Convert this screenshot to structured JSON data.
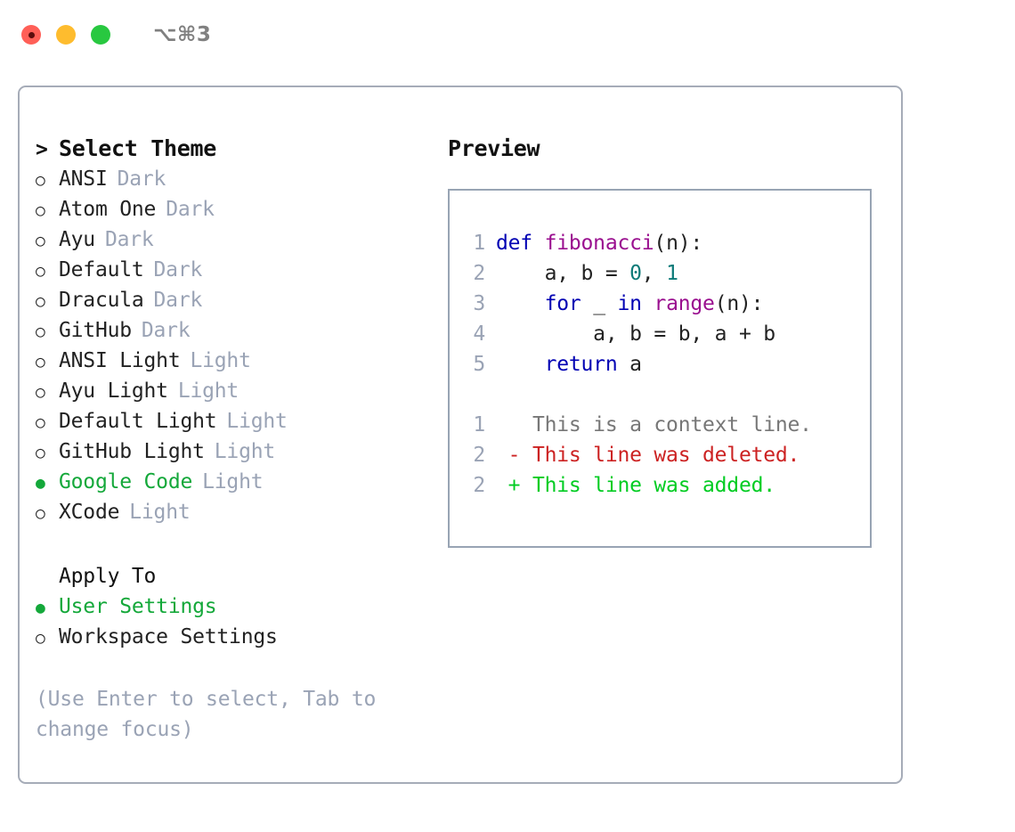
{
  "titlebar": {
    "shortcut": "⌥⌘3",
    "lights": [
      {
        "name": "close",
        "color": "#ff5f57"
      },
      {
        "name": "minimize",
        "color": "#febc2e"
      },
      {
        "name": "maximize",
        "color": "#28c840"
      }
    ]
  },
  "theme_panel": {
    "header_marker": ">",
    "header": "Select Theme",
    "unselected_marker": "○",
    "selected_marker": "●",
    "items": [
      {
        "marker": "○",
        "label": "ANSI",
        "tag": "Dark",
        "selected": false
      },
      {
        "marker": "○",
        "label": "Atom One",
        "tag": "Dark",
        "selected": false
      },
      {
        "marker": "○",
        "label": "Ayu",
        "tag": "Dark",
        "selected": false
      },
      {
        "marker": "○",
        "label": "Default",
        "tag": "Dark",
        "selected": false
      },
      {
        "marker": "○",
        "label": "Dracula",
        "tag": "Dark",
        "selected": false
      },
      {
        "marker": "○",
        "label": "GitHub",
        "tag": "Dark",
        "selected": false
      },
      {
        "marker": "○",
        "label": "ANSI Light",
        "tag": "Light",
        "selected": false
      },
      {
        "marker": "○",
        "label": "Ayu Light",
        "tag": "Light",
        "selected": false
      },
      {
        "marker": "○",
        "label": "Default Light",
        "tag": "Light",
        "selected": false
      },
      {
        "marker": "○",
        "label": "GitHub Light",
        "tag": "Light",
        "selected": false
      },
      {
        "marker": "●",
        "label": "Google Code",
        "tag": "Light",
        "selected": true
      },
      {
        "marker": "○",
        "label": "XCode",
        "tag": "Light",
        "selected": false
      }
    ]
  },
  "apply_to": {
    "heading": "Apply To",
    "items": [
      {
        "marker": "●",
        "label": "User Settings",
        "selected": true
      },
      {
        "marker": "○",
        "label": "Workspace Settings",
        "selected": false
      }
    ]
  },
  "hint": "(Use Enter to select, Tab to change focus)",
  "preview": {
    "title": "Preview",
    "code_lines": [
      {
        "no": "1",
        "tokens": [
          {
            "t": "def ",
            "c": "kw"
          },
          {
            "t": "fibonacci",
            "c": "fn"
          },
          {
            "t": "(n):",
            "c": "plain"
          }
        ]
      },
      {
        "no": "2",
        "tokens": [
          {
            "t": "    a, b = ",
            "c": "plain"
          },
          {
            "t": "0",
            "c": "num"
          },
          {
            "t": ", ",
            "c": "plain"
          },
          {
            "t": "1",
            "c": "num"
          }
        ]
      },
      {
        "no": "3",
        "tokens": [
          {
            "t": "    ",
            "c": "plain"
          },
          {
            "t": "for",
            "c": "kw"
          },
          {
            "t": " _ ",
            "c": "plain"
          },
          {
            "t": "in",
            "c": "kw"
          },
          {
            "t": " ",
            "c": "plain"
          },
          {
            "t": "range",
            "c": "fn"
          },
          {
            "t": "(n):",
            "c": "plain"
          }
        ]
      },
      {
        "no": "4",
        "tokens": [
          {
            "t": "        a, b = b, a + b",
            "c": "plain"
          }
        ]
      },
      {
        "no": "5",
        "tokens": [
          {
            "t": "    ",
            "c": "plain"
          },
          {
            "t": "return",
            "c": "kw"
          },
          {
            "t": " a",
            "c": "plain"
          }
        ]
      }
    ],
    "diff_lines": [
      {
        "no": "1",
        "tokens": [
          {
            "t": "   This is a context line.",
            "c": "ctx"
          }
        ]
      },
      {
        "no": "2",
        "tokens": [
          {
            "t": " - This line was deleted.",
            "c": "del"
          }
        ]
      },
      {
        "no": "2",
        "tokens": [
          {
            "t": " + This line was added.",
            "c": "add"
          }
        ]
      }
    ]
  },
  "colors": {
    "accent_green": "#14a83a",
    "muted_gray": "#9aa3b5",
    "keyword_blue": "#0000b3",
    "function_purple": "#9a0f8f",
    "number_teal": "#0c7a78",
    "diff_delete_red": "#cc2222",
    "diff_add_green": "#00cc22",
    "panel_border": "#a6acb8",
    "preview_border": "#98a4b4"
  }
}
